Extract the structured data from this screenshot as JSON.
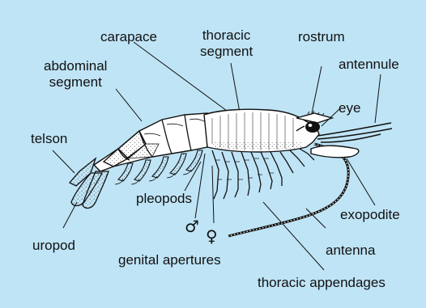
{
  "labels": {
    "carapace": "carapace",
    "thoracic_segment_1": "thoracic",
    "thoracic_segment_2": "segment",
    "rostrum": "rostrum",
    "antennule": "antennule",
    "abdominal_segment_1": "abdominal",
    "abdominal_segment_2": "segment",
    "eye": "eye",
    "telson": "telson",
    "pleopods": "pleopods",
    "exopodite": "exopodite",
    "uropod": "uropod",
    "male_symbol": "♂",
    "female_symbol": "♀",
    "antenna": "antenna",
    "genital_apertures": "genital apertures",
    "thoracic_appendages": "thoracic appendages"
  },
  "colors": {
    "background": "#bfe4f6",
    "body": "#ffffff",
    "ink": "#111111"
  }
}
